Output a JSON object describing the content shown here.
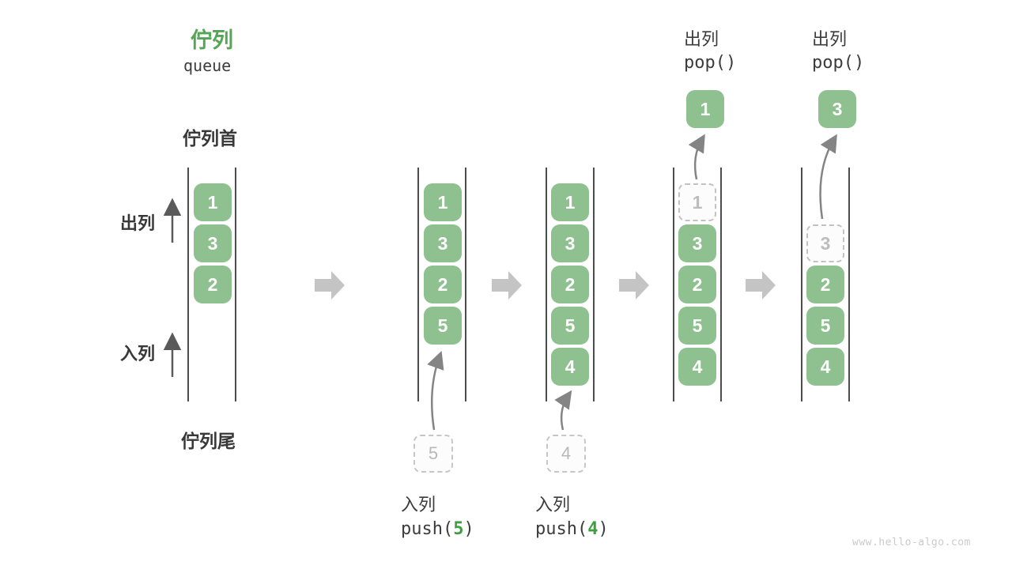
{
  "title": {
    "zh": "佇列",
    "en": "queue"
  },
  "labels": {
    "queue_front": "佇列首",
    "queue_rear": "佇列尾",
    "dequeue_side": "出列",
    "enqueue_side": "入列"
  },
  "operations": {
    "push5": {
      "label": "入列",
      "code_pre": "push(",
      "arg": "5",
      "code_post": ")"
    },
    "push4": {
      "label": "入列",
      "code_pre": "push(",
      "arg": "4",
      "code_post": ")"
    },
    "pop1": {
      "label": "出列",
      "code": "pop()"
    },
    "pop2": {
      "label": "出列",
      "code": "pop()"
    }
  },
  "columns": [
    {
      "cells": [
        "1",
        "3",
        "2"
      ]
    },
    {
      "cells": [
        "1",
        "3",
        "2",
        "5"
      ],
      "staged": "5"
    },
    {
      "cells": [
        "1",
        "3",
        "2",
        "5",
        "4"
      ],
      "staged": "4"
    },
    {
      "cells": [
        "1",
        "3",
        "2",
        "5",
        "4"
      ],
      "removed": "1",
      "popped": "1"
    },
    {
      "cells": [
        "3",
        "2",
        "5",
        "4"
      ],
      "removed": "3",
      "popped": "3"
    }
  ],
  "watermark": "www.hello-algo.com",
  "colors": {
    "cell_green": "#8fc08f",
    "title_green": "#55a555",
    "code_arg_green": "#3f9e3f",
    "dark_text": "#3a3a3a",
    "block_arrow_gray": "#c4c4c4",
    "thin_arrow_gray": "#848484",
    "queue_line_gray": "#4c4c4c",
    "dashed_gray": "#c2c2c2"
  }
}
